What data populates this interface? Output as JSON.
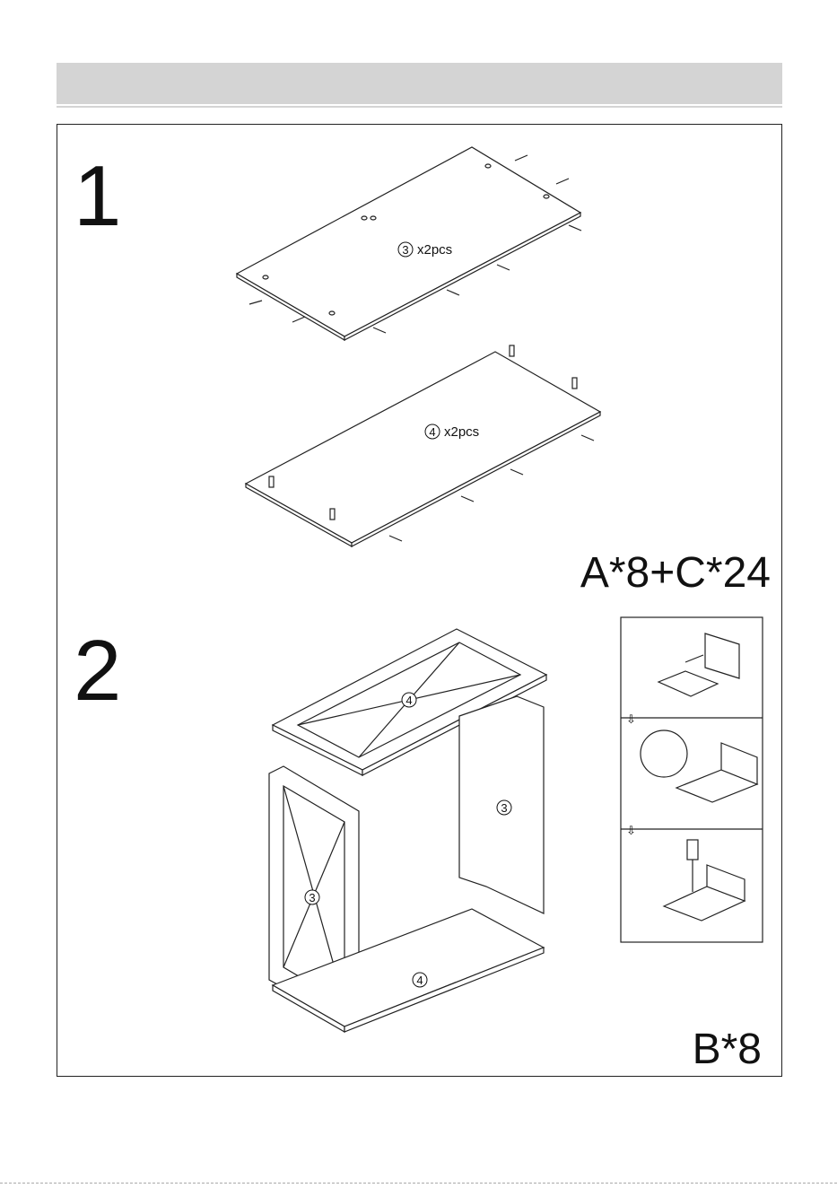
{
  "steps": [
    {
      "number": "1",
      "parts": [
        {
          "id": "3",
          "qty": "x2pcs"
        },
        {
          "id": "4",
          "qty": "x2pcs"
        }
      ],
      "hardware": "A*8+C*24"
    },
    {
      "number": "2",
      "parts": [
        {
          "id": "4"
        },
        {
          "id": "3"
        },
        {
          "id": "3"
        },
        {
          "id": "4"
        }
      ],
      "hardware": "B*8"
    }
  ],
  "detail_icons": [
    "arrow-down-icon",
    "arrow-down-icon",
    "screwdriver-icon",
    "cam-lock-icon"
  ]
}
